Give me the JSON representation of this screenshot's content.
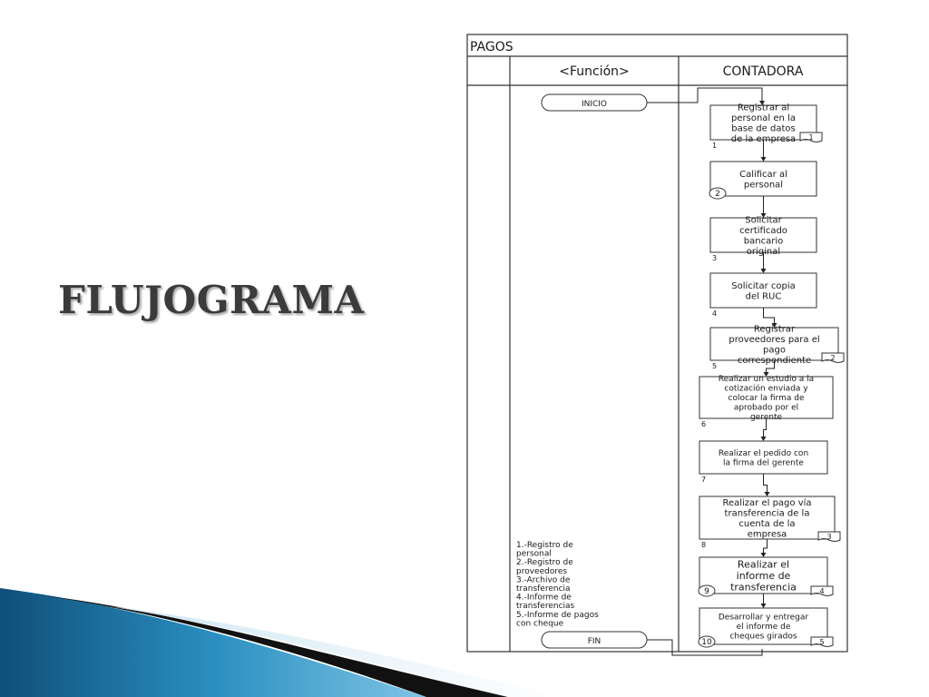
{
  "slide_title": "FLUJOGRAMA",
  "colors": {
    "accent_blue": "#2a8fc0",
    "dark_blue": "#0f4f7a",
    "black": "#000000"
  },
  "diagram": {
    "header": "PAGOS",
    "columns": [
      "<Función>",
      "CONTADORA"
    ],
    "start_label": "INICIO",
    "end_label": "FIN",
    "legend": [
      "1.-Registro de",
      "personal",
      "2.-Registro de",
      "proveedores",
      "3.-Archivo de",
      "transferencia",
      "4.-Informe de",
      "transferencias",
      "5.-Informe de pagos",
      "con cheque"
    ],
    "steps": [
      {
        "text": [
          "Registrar al",
          "personal en la",
          "base de datos",
          "de la empresa"
        ],
        "num": "1",
        "doc": "1"
      },
      {
        "text": [
          "Calificar al",
          "personal"
        ],
        "num": "2"
      },
      {
        "text": [
          "Solicitar",
          "certificado",
          "bancario",
          "original"
        ],
        "num": "3"
      },
      {
        "text": [
          "Solicitar copia",
          "del RUC"
        ],
        "num": "4"
      },
      {
        "text": [
          "Registrar",
          "proveedores para el",
          "pago",
          "correspondiente"
        ],
        "num": "5",
        "doc": "2"
      },
      {
        "text": [
          "Realizar un estudio a la",
          "cotización enviada y",
          "colocar la firma de",
          "aprobado por el",
          "gerente"
        ],
        "num": "6"
      },
      {
        "text": [
          "Realizar el pedido con",
          "la firma del gerente"
        ],
        "num": "7"
      },
      {
        "text": [
          "Realizar el pago vía",
          "transferencia de la",
          "cuenta de la",
          "empresa"
        ],
        "num": "8",
        "doc": "3"
      },
      {
        "text": [
          "Realizar el",
          "informe de",
          "transferencia"
        ],
        "num": "9",
        "doc": "4"
      },
      {
        "text": [
          "Desarrollar y entregar",
          "el informe de",
          "cheques girados"
        ],
        "num": "10",
        "doc": "5"
      }
    ]
  }
}
